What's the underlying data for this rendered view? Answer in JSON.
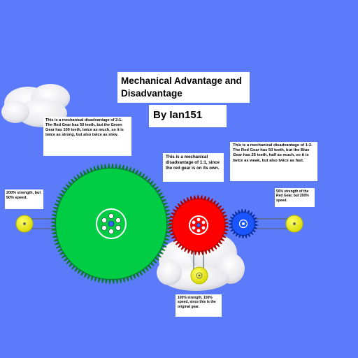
{
  "title": "Mechanical Advantage and Disadvantage",
  "author": "By Ian151",
  "notes": {
    "green_gear": "This is a mechanical disadvantage of 2:1.  The Red Gear has 50 teeth, but the Green Gear has 100 teeth, twice as much, so it is twice as strong, but also twice as slow.",
    "red_gear": "This is a mechanical disadvantage of 1:1, since the red gear is on its own.",
    "blue_gear": "This is a mechanical disadvantage of 1:2.  The Red Gear has 50 teeth, but the Blue Gear has 25 teeth, half as much, so it is twice as weak, but also twice as fast.",
    "left_wheel": "200% strength, but 50% speed.",
    "right_wheel": "50% strength of the Red Gear, but 200% speed.",
    "bottom_wheel": "100% strength, 100% speed, since this is the original gear."
  },
  "colors": {
    "sky": "#5b7bfa",
    "green_gear": "#00cc44",
    "red_gear": "#ff0000",
    "blue_gear": "#1a55ff",
    "wheel": "#e8e820",
    "cloud": "#eeeef2"
  },
  "gears": {
    "green_teeth": 100,
    "red_teeth": 50,
    "blue_teeth": 25
  }
}
